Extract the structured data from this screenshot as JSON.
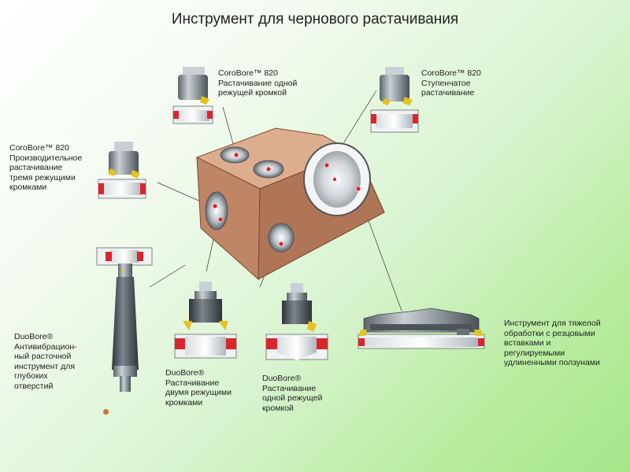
{
  "title": "Инструмент для чернового растачивания",
  "labels": {
    "corobore_single": "CoroBore™ 820\nРастачивание одной\nрежущей кромкой",
    "corobore_step": "CoroBore™ 820\nСтупенчатое\nрастачивание",
    "corobore_three": "CoroBore™ 820\nПроизводительное\nрастачивание\nтремя режущими\nкромками",
    "duobore_antivib": "DuoBore®\nАнтивибрацион-\nный расточной\nинструмент для\nглубоких\nотверстий",
    "duobore_two": "DuoBore®\nРастачивание\nдвумя режущими\nкромками",
    "duobore_one": "DuoBore®\nРастачивание\nодной режущей\nкромкой",
    "heavy_tool": "Инструмент для тяжелой\nобработки с резцовыми\nвставками и\nрегулируемыми\nудлиненными ползунами"
  },
  "colors": {
    "block_front": "#c08565",
    "block_top": "#dcae8f",
    "block_side": "#a06447",
    "steel": "#9aa3aa",
    "steel_dark": "#4c5359",
    "insert": "#e6c21f",
    "mark_red": "#d9262c"
  }
}
